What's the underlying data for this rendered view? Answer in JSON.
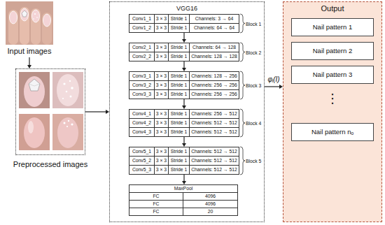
{
  "diagram": {
    "nodes": [
      {
        "text": [
          "Input images"
        ]
      },
      {
        "text": [
          "Preprocessed images"
        ]
      },
      {
        "text": [
          "VGG16"
        ]
      },
      {
        "text": [
          "Conv1_1",
          "3 × 3",
          "Stride 1",
          "Channels: 3 → 64",
          "Conv1_2",
          "3 × 3",
          "Stride 1",
          "Channels: 64 → 64",
          "Block 1"
        ],
        "in": 2
      },
      {
        "text": [
          "Conv2_1",
          "3 × 3",
          "Stride 1",
          "Channels: 64 → 128",
          "Conv2_2",
          "3 × 3",
          "Stride 1",
          "Channels: 128 → 128",
          "Block 2"
        ],
        "in": 2
      },
      {
        "text": [
          "Conv3_1",
          "3 × 3",
          "Stride 1",
          "Channels: 128 → 256",
          "Conv3_2",
          "3 × 3",
          "Stride 1",
          "Channels: 256 → 256",
          "Conv3_3",
          "3 × 3",
          "Stride 1",
          "Channels: 256 → 256",
          "Block 3"
        ],
        "in": 2
      },
      {
        "text": [
          "Conv4_1",
          "3 × 3",
          "Stride 1",
          "Channels: 256 → 512",
          "Conv4_2",
          "3 × 3",
          "Stride 1",
          "Channels: 512 → 512",
          "Conv4_3",
          "3 × 3",
          "Stride 1",
          "Channels: 512 → 512",
          "Block 4"
        ],
        "in": 2
      },
      {
        "text": [
          "Conv5_1",
          "3 × 3",
          "Stride 1",
          "Channels: 512 → 512",
          "Conv5_2",
          "3 × 3",
          "Stride 1",
          "Channels: 512 → 512",
          "Conv5_3",
          "3 × 3",
          "Stride 1",
          "Channels: 512 → 512",
          "Block 5"
        ],
        "in": 2
      },
      {
        "text": [
          "MaxPool",
          "FC",
          "4096",
          "FC",
          "4096",
          "FC",
          "20"
        ],
        "in": 2
      },
      {
        "text": [
          "Output"
        ]
      },
      {
        "text": [
          "Nail pattern 1"
        ],
        "in": 9
      },
      {
        "text": [
          "Nail pattern 2"
        ],
        "in": 9
      },
      {
        "text": [
          "Nail pattern 3"
        ],
        "in": 9
      },
      {
        "text": [
          "Nail pattern nₒ"
        ],
        "in": 9
      }
    ],
    "edges": [
      {
        "from": 0,
        "to": 1,
        "arrow": "to"
      },
      {
        "from": 1,
        "to": 2,
        "arrow": "to"
      },
      {
        "from": 3,
        "to": 4,
        "arrow": "to"
      },
      {
        "from": 4,
        "to": 5,
        "arrow": "to"
      },
      {
        "from": 5,
        "to": 6,
        "arrow": "to"
      },
      {
        "from": 6,
        "to": 7,
        "arrow": "to"
      },
      {
        "from": 7,
        "to": 8,
        "arrow": "to"
      },
      {
        "from": 2,
        "to": 9,
        "label": "φᵢ(I)",
        "arrow": "to"
      }
    ],
    "labels": [
      "⋮"
    ]
  }
}
